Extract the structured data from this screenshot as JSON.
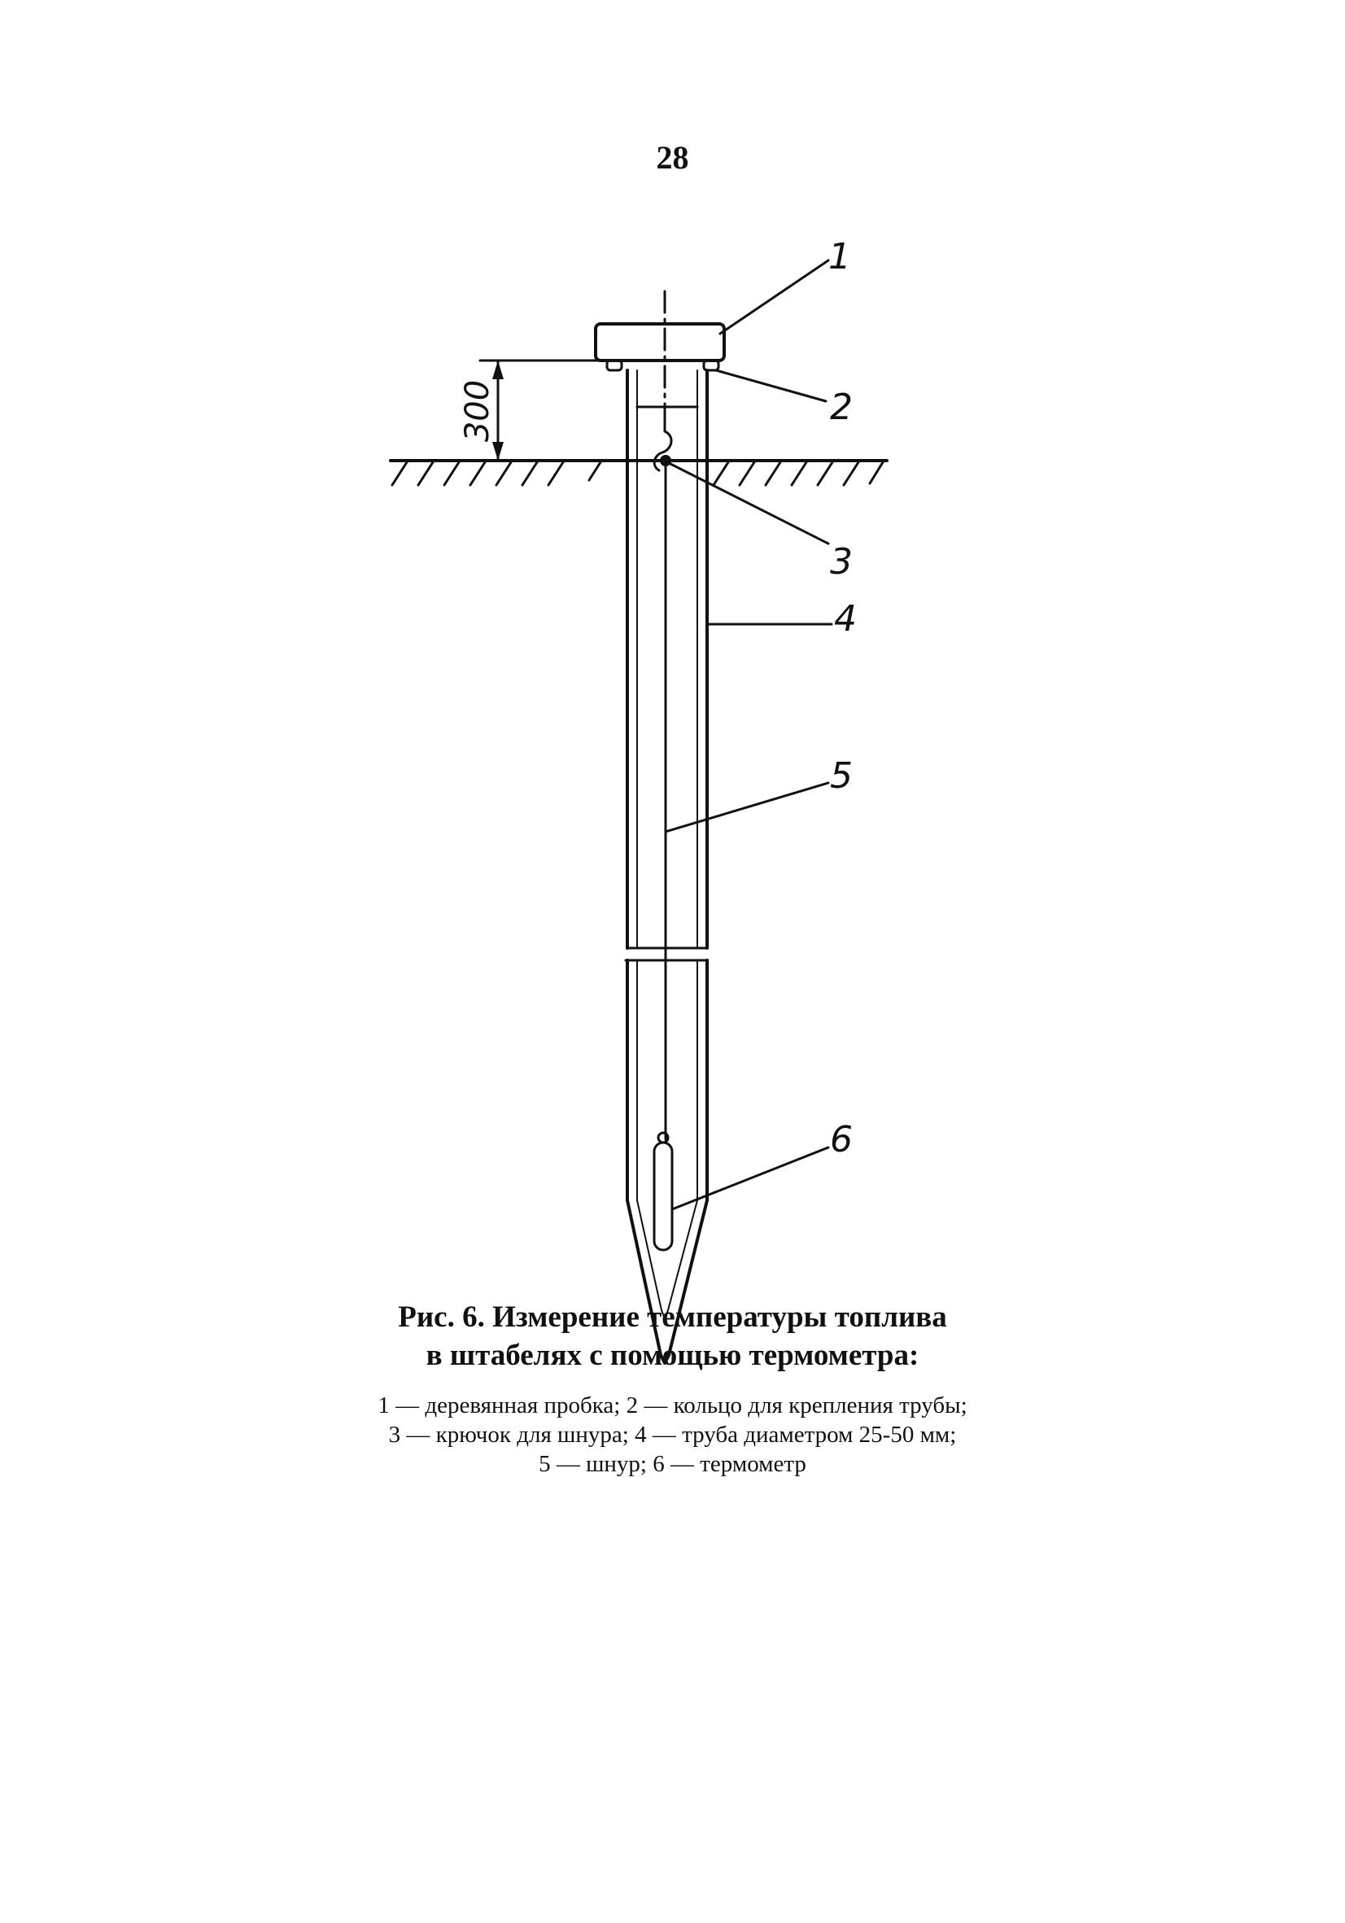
{
  "page": {
    "number": "28"
  },
  "figure": {
    "dimension_label": "300",
    "callouts": [
      "1",
      "2",
      "3",
      "4",
      "5",
      "6"
    ]
  },
  "caption": {
    "title_line1": "Рис. 6. Измерение температуры топлива",
    "title_line2": "в штабелях с помощью термометра:",
    "legend_line1": "1 — деревянная пробка; 2 — кольцо для крепления трубы;",
    "legend_line2": "3 — крючок для шнура; 4 — труба диаметром 25-50 мм;",
    "legend_line3": "5 — шнур; 6 –– термометр"
  }
}
